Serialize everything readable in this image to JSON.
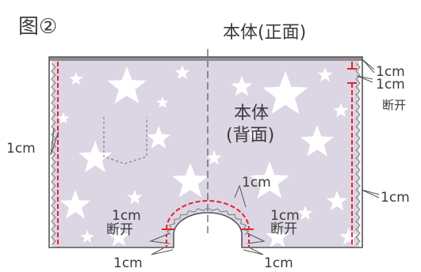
{
  "figure_label": "图②",
  "front_label": "本体(正面)",
  "back_label_line1": "本体",
  "back_label_line2": "(背面)",
  "labels": {
    "top_right_upper": "1cm",
    "top_right_lower": "1cm",
    "top_right_open": "断开",
    "left_side": "1cm",
    "right_side": "1cm",
    "arc_top": "1cm",
    "left_open_cm": "1cm",
    "left_open": "断开",
    "right_open_cm": "1cm",
    "right_open": "断开",
    "bottom_left": "1cm",
    "bottom_right": "1cm"
  },
  "colors": {
    "fabric": "#dcd5e4",
    "star": "#ffffff",
    "outline": "#555555",
    "seam": "#e0262d",
    "zigzag": "#8a8a8a"
  }
}
